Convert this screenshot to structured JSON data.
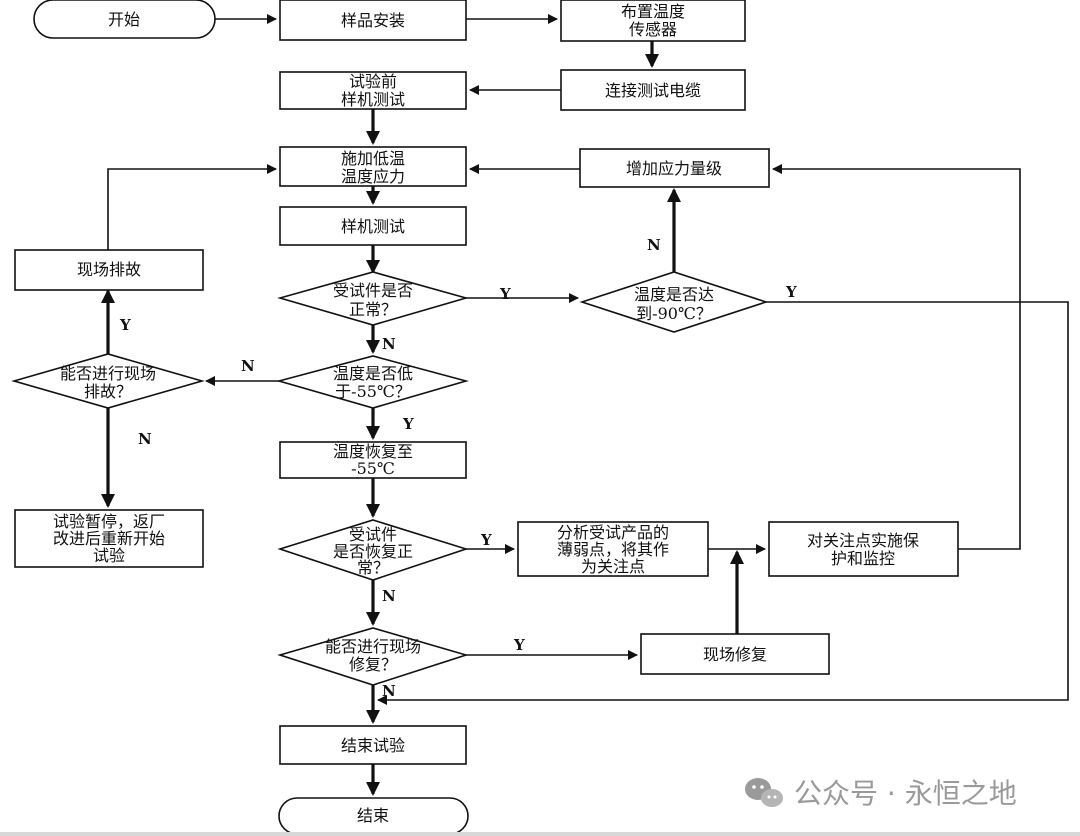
{
  "nodes": {
    "start": [
      "开始"
    ],
    "install": [
      "样品安装"
    ],
    "sensor": [
      "布置温度",
      "传感器"
    ],
    "cable": [
      "连接测试电缆"
    ],
    "pretest": [
      "试验前",
      "样机测试"
    ],
    "apply": [
      "施加低温",
      "温度应力"
    ],
    "increase": [
      "增加应力量级"
    ],
    "sampletest": [
      "样机测试"
    ],
    "fieldfix": [
      "现场排故"
    ],
    "normal1": [
      "受试件是否",
      "正常？"
    ],
    "reach90": [
      "温度是否达",
      "到-90℃？"
    ],
    "canfix": [
      "能否进行现场",
      "排故？"
    ],
    "below55": [
      "温度是否低",
      "于-55℃？"
    ],
    "recover": [
      "温度恢复至",
      "-55℃"
    ],
    "pause": [
      "试验暂停，返厂",
      "改进后重新开始",
      "试验"
    ],
    "normal2": [
      "受试件",
      "是否恢复正",
      "常？"
    ],
    "analyze": [
      "分析受试产品的",
      "薄弱点，将其作",
      "为关注点"
    ],
    "protect": [
      "对关注点实施保",
      "护和监控"
    ],
    "canrepair": [
      "能否进行现场",
      "修复？"
    ],
    "repair": [
      "现场修复"
    ],
    "finishtest": [
      "结束试验"
    ],
    "end": [
      "结束"
    ]
  },
  "edge_labels": {
    "normal1_yes": "Y",
    "normal1_no": "N",
    "reach90_no": "N",
    "reach90_yes": "Y",
    "canfix_yes": "Y",
    "canfix_no": "N",
    "below55_no": "N",
    "below55_yes": "Y",
    "normal2_yes": "Y",
    "normal2_no": "N",
    "canrepair_yes": "Y",
    "canrepair_no": "N"
  },
  "watermark": {
    "text": "公众号 · 永恒之地",
    "icon": "wechat-icon"
  },
  "colors": {
    "stroke": "#111111",
    "fill": "#ffffff",
    "watermark": "#9a9a9a"
  }
}
